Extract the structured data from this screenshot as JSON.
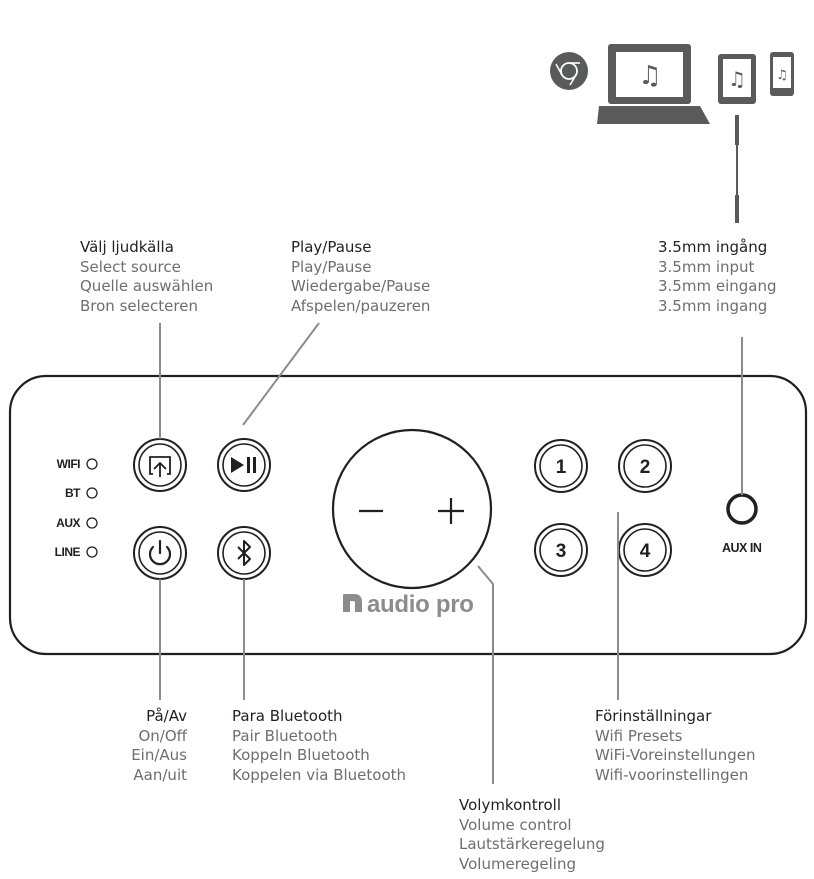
{
  "labels": {
    "select_source": {
      "title": "Välj ljudkälla",
      "lines": [
        "Select source",
        "Quelle auswählen",
        "Bron selecteren"
      ]
    },
    "play_pause": {
      "title": "Play/Pause",
      "lines": [
        "Play/Pause",
        "Wiedergabe/Pause",
        "Afspelen/pauzeren"
      ]
    },
    "aux_input": {
      "title": "3.5mm ingång",
      "lines": [
        "3.5mm input",
        "3.5mm eingang",
        "3.5mm ingang"
      ]
    },
    "power": {
      "title": "På/Av",
      "lines": [
        "On/Off",
        "Ein/Aus",
        "Aan/uit"
      ]
    },
    "pair_bluetooth": {
      "title": "Para Bluetooth",
      "lines": [
        "Pair Bluetooth",
        "Koppeln Bluetooth",
        "Koppelen via Bluetooth"
      ]
    },
    "presets": {
      "title": "Förinställningar",
      "lines": [
        "Wifi Presets",
        "WiFi-Voreinstellungen",
        "Wifi-voorinstellingen"
      ]
    },
    "volume": {
      "title": "Volymkontroll",
      "lines": [
        "Volume control",
        "Lautstärkeregelung",
        "Volumeregeling"
      ]
    }
  },
  "panel": {
    "leds": [
      "WIFI",
      "BT",
      "AUX",
      "LINE"
    ],
    "presets": [
      "1",
      "2",
      "3",
      "4"
    ],
    "volume_minus": "−",
    "volume_plus": "+",
    "brand": "audio pro",
    "aux_in_label": "AUX IN"
  },
  "colors": {
    "ink": "#231f20",
    "subtext": "#6d6e71",
    "device": "#595a5c",
    "leader": "#8a8c8e"
  }
}
